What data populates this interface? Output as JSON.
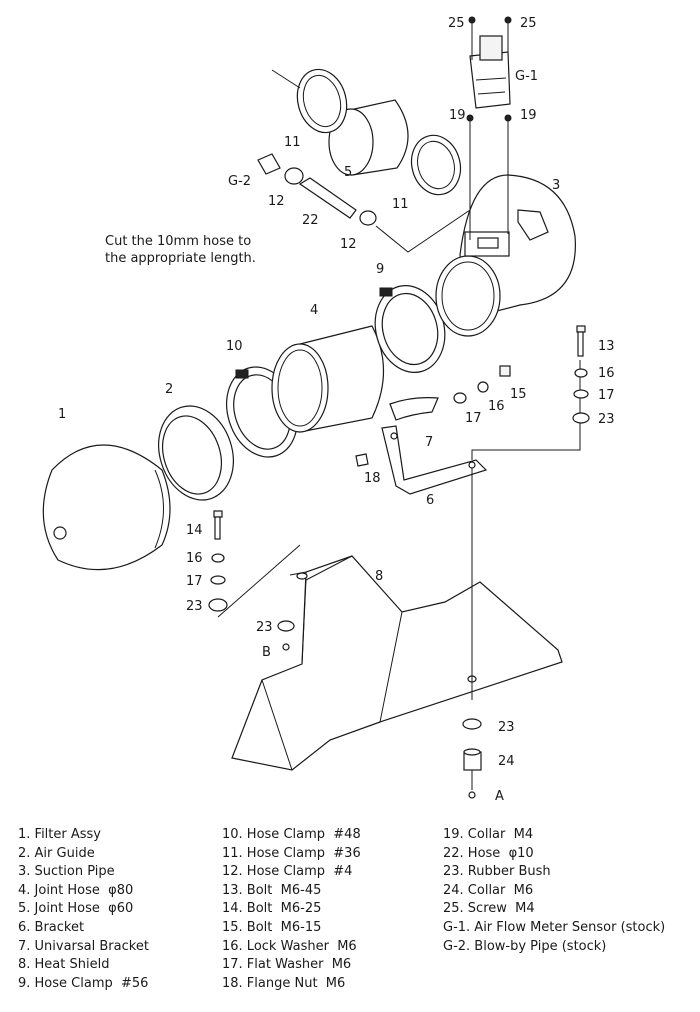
{
  "note": [
    "Cut the 10mm hose to",
    "the appropriate length."
  ],
  "callouts": {
    "c1": "1",
    "c2": "2",
    "c3": "3",
    "c4": "4",
    "c5": "5",
    "c6": "6",
    "c7": "7",
    "c8": "8",
    "c9": "9",
    "c10": "10",
    "c11a": "11",
    "c11b": "11",
    "c12a": "12",
    "c12b": "12",
    "c13": "13",
    "c14": "14",
    "c15": "15",
    "c16a": "16",
    "c16b": "16",
    "c16c": "16",
    "c17a": "17",
    "c17b": "17",
    "c17c": "17",
    "c18": "18",
    "c19a": "19",
    "c19b": "19",
    "c22": "22",
    "c23a": "23",
    "c23b": "23",
    "c23c": "23",
    "c23d": "23",
    "c24": "24",
    "c25a": "25",
    "c25b": "25",
    "cg1": "G-1",
    "cg2": "G-2",
    "cA": "A",
    "cB": "B"
  },
  "legend": {
    "col1": [
      "1. Filter Assy",
      "2. Air Guide",
      "3. Suction Pipe",
      "4. Joint Hose  φ80",
      "5. Joint Hose  φ60",
      "6. Bracket",
      "7. Univarsal Bracket",
      "8. Heat Shield",
      "9. Hose Clamp  #56"
    ],
    "col2": [
      "10. Hose Clamp  #48",
      "11. Hose Clamp  #36",
      "12. Hose Clamp  #4",
      "13. Bolt  M6-45",
      "14. Bolt  M6-25",
      "15. Bolt  M6-15",
      "16. Lock Washer  M6",
      "17. Flat Washer  M6",
      "18. Flange Nut  M6"
    ],
    "col3": [
      "19. Collar  M4",
      "22. Hose  φ10",
      "23. Rubber Bush",
      "24. Collar  M6",
      "25. Screw  M4",
      "G-1. Air Flow Meter Sensor (stock)",
      "G-2. Blow-by Pipe (stock)"
    ]
  }
}
